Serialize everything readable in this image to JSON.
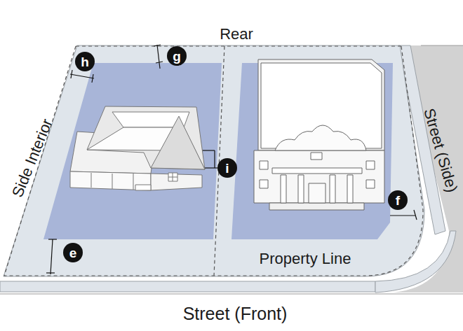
{
  "diagram": {
    "labels": [
      "Rear",
      "h",
      "g",
      "Side Interior",
      "Street (Side)",
      "i",
      "f",
      "e",
      "Property Line",
      "Street (Front)"
    ]
  }
}
